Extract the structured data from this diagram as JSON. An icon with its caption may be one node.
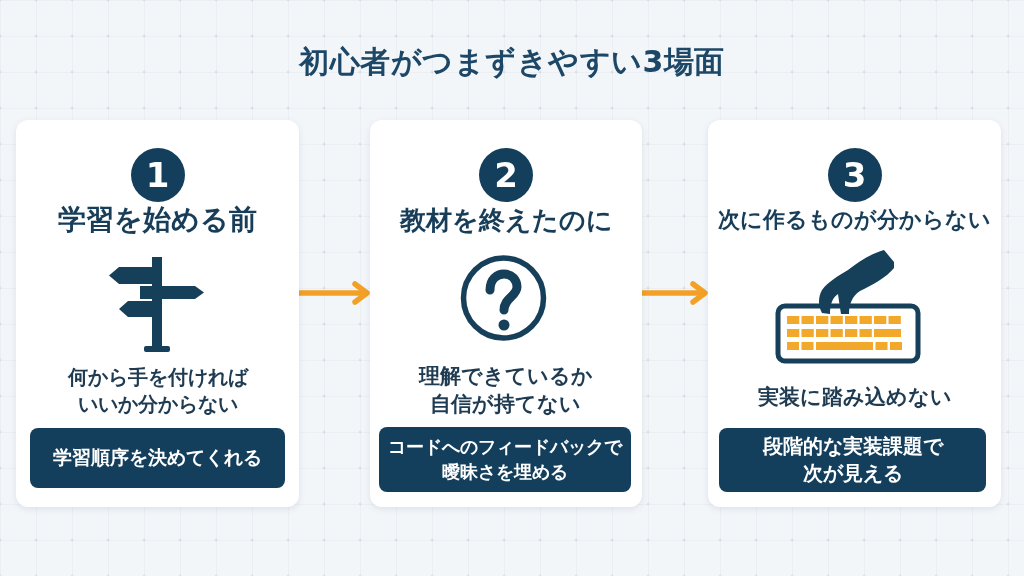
{
  "diagram": {
    "title": "初心者がつまずきやすい3場面",
    "nodes": [
      {
        "text": [
          "学習を始める前",
          "何から手を付ければいいか分からない"
        ]
      },
      {
        "text": [
          "1"
        ],
        "in": 0
      },
      {
        "text": [
          "学習順序を決めてくれる"
        ],
        "in": 0
      },
      {
        "text": [
          "教材を終えたのに",
          "理解できているか自信が持てない"
        ]
      },
      {
        "text": [
          "2"
        ],
        "in": 3
      },
      {
        "text": [
          "コードへのフィードバックで曖昧さを埋める"
        ],
        "in": 3
      },
      {
        "text": [
          "次に作るものが分からない",
          "実装に踏み込めない"
        ]
      },
      {
        "text": [
          "3"
        ],
        "in": 6
      },
      {
        "text": [
          "段階的な実装課題で次が見える"
        ],
        "in": 6
      }
    ],
    "edges": [
      {
        "from": 0,
        "to": 3,
        "arrow": "to"
      },
      {
        "from": 3,
        "to": 6,
        "arrow": "to"
      }
    ]
  }
}
